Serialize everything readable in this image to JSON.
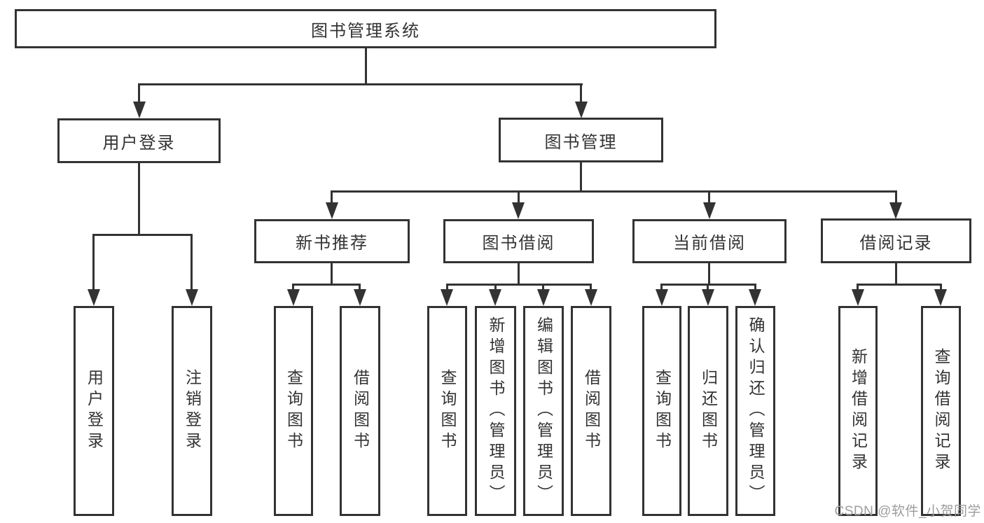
{
  "colors": {
    "line": "#333333",
    "text": "#333333",
    "watermark": "#9d9d9d",
    "background": "#ffffff"
  },
  "watermark": {
    "text": "CSDN @软件_小贺同学"
  },
  "chart_data": {
    "type": "tree-diagram",
    "title": "图书管理系统",
    "description": "functional structure chart"
  },
  "tree": {
    "root": {
      "label": "图书管理系统"
    },
    "branches": [
      {
        "label": "用户登录",
        "children": [
          {
            "label": "用户登录"
          },
          {
            "label": "注销登录"
          }
        ]
      },
      {
        "label": "图书管理",
        "children": [
          {
            "label": "新书推荐",
            "children": [
              {
                "label": "查询图书"
              },
              {
                "label": "借阅图书"
              }
            ]
          },
          {
            "label": "图书借阅",
            "children": [
              {
                "label": "查询图书"
              },
              {
                "label": "新增图书（管理员）"
              },
              {
                "label": "编辑图书（管理员）"
              },
              {
                "label": "借阅图书"
              }
            ]
          },
          {
            "label": "当前借阅",
            "children": [
              {
                "label": "查询图书"
              },
              {
                "label": "归还图书"
              },
              {
                "label": "确认归还（管理员）"
              }
            ]
          },
          {
            "label": "借阅记录",
            "children": [
              {
                "label": "新增借阅记录"
              },
              {
                "label": "查询借阅记录"
              }
            ]
          }
        ]
      }
    ]
  }
}
